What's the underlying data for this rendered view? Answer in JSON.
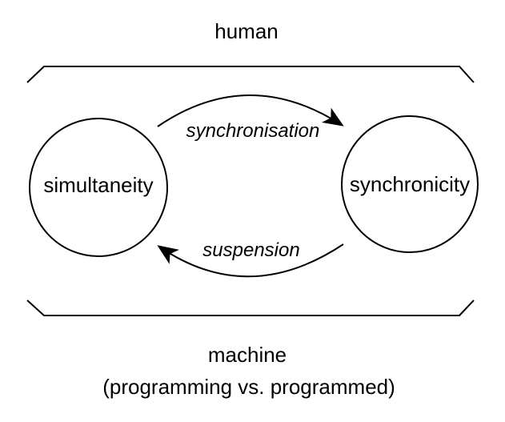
{
  "diagram": {
    "top_label": "human",
    "bottom_label": "machine",
    "bottom_sublabel": "(programming vs. programmed)",
    "nodes": [
      {
        "id": "simultaneity",
        "label": "simultaneity"
      },
      {
        "id": "synchronicity",
        "label": "synchronicity"
      }
    ],
    "edges": [
      {
        "id": "synchronisation",
        "label": "synchronisation",
        "from": "simultaneity",
        "to": "synchronicity",
        "direction": "left-to-right"
      },
      {
        "id": "suspension",
        "label": "suspension",
        "from": "synchronicity",
        "to": "simultaneity",
        "direction": "right-to-left"
      }
    ],
    "colors": {
      "stroke": "#000000",
      "text": "#000000",
      "background": "#ffffff"
    }
  }
}
